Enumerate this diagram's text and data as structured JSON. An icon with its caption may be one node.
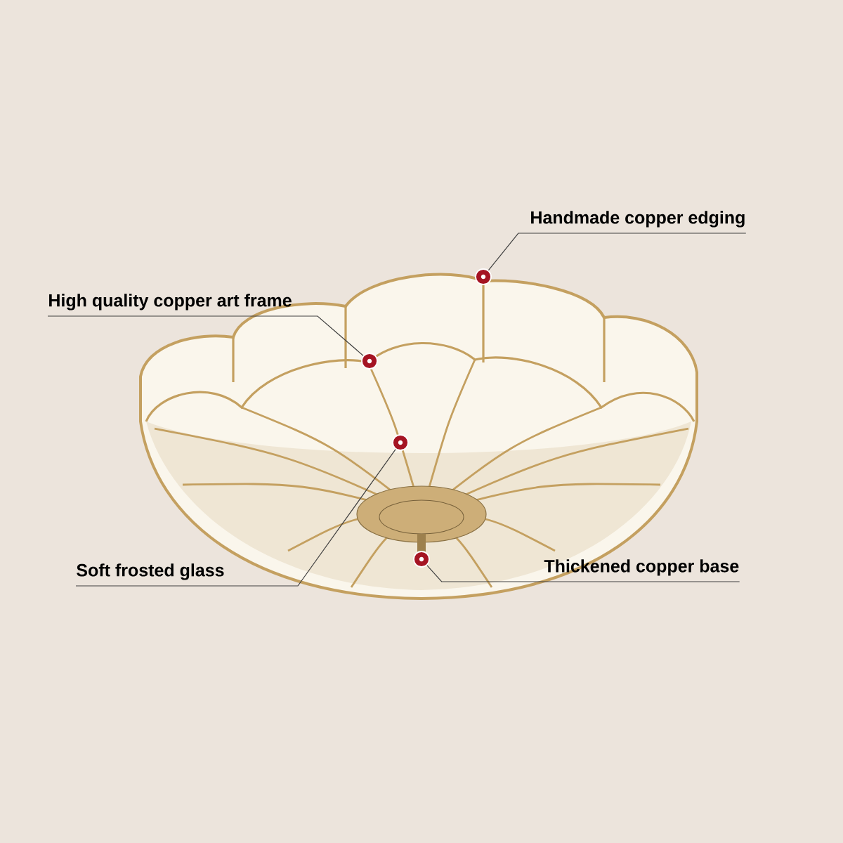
{
  "diagram": {
    "nodes": [
      {
        "text": [
          "Handmade copper edging"
        ]
      },
      {
        "text": [
          "High quality copper art frame"
        ]
      },
      {
        "text": [
          "Soft frosted glass"
        ]
      },
      {
        "text": [
          "Thickened copper base"
        ]
      },
      {
        "text": [],
        "shape": "circle"
      },
      {
        "text": [],
        "shape": "circle"
      },
      {
        "text": [],
        "shape": "circle"
      },
      {
        "text": [],
        "shape": "circle"
      }
    ],
    "edges": [
      {
        "from": 0,
        "to": 4,
        "arrow": "none"
      },
      {
        "from": 1,
        "to": 5,
        "arrow": "none"
      },
      {
        "from": 2,
        "to": 6,
        "arrow": "none"
      },
      {
        "from": 3,
        "to": 7,
        "arrow": "none"
      }
    ]
  }
}
